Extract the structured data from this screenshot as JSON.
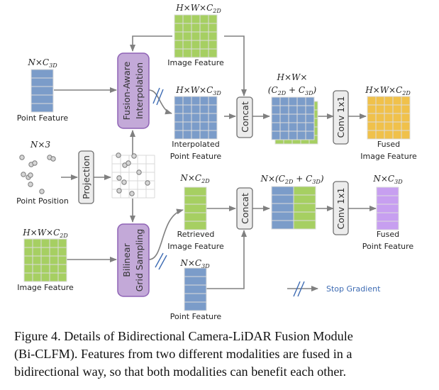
{
  "figure": {
    "colors": {
      "image_feature": "#a6cf62",
      "point_feature": "#7b9cc9",
      "fused_image": "#f0c14b",
      "fused_point": "#c79ff0",
      "module_box": "#c3a9d8",
      "module_border": "#8f63b5",
      "op_box": "#ececec",
      "arrow": "#808080",
      "stop_gradient": "#3d6bb3"
    },
    "top": {
      "image_feature": {
        "dim": "H×W×C",
        "sub": "2D",
        "label": "Image Feature"
      },
      "point_feature": {
        "dim": "N×C",
        "sub": "3D",
        "label": "Point Feature"
      },
      "fusion_module": {
        "line1": "Fusion-Aware",
        "line2": "Interpolation"
      },
      "interpolated": {
        "dim": "H×W×C",
        "sub": "3D",
        "label1": "Interpolated",
        "label2": "Point Feature"
      },
      "concat": "Concat",
      "concat_out": {
        "dim1": "H×W×",
        "dim2": "(C",
        "sub_a": "2D",
        "plus": " + C",
        "sub_b": "3D",
        "close": ")"
      },
      "conv": "Conv 1x1",
      "fused": {
        "dim": "H×W×C",
        "sub": "2D",
        "label1": "Fused",
        "label2": "Image Feature"
      }
    },
    "middle": {
      "point_position": {
        "dim": "N×3",
        "label": "Point Position"
      },
      "projection": "Projection"
    },
    "bottom": {
      "image_feature": {
        "dim": "H×W×C",
        "sub": "2D",
        "label": "Image Feature"
      },
      "sampling_module": {
        "line1": "Bilinear",
        "line2": "Grid Sampling"
      },
      "retrieved": {
        "dim": "N×C",
        "sub": "2D",
        "label1": "Retrieved",
        "label2": "Image Feature"
      },
      "point_feature": {
        "dim": "N×C",
        "sub": "3D",
        "label": "Point Feature"
      },
      "concat": "Concat",
      "concat_out": {
        "dim": "N×(C",
        "sub_a": "2D",
        "plus": " + C",
        "sub_b": "3D",
        "close": ")"
      },
      "conv": "Conv 1x1",
      "fused": {
        "dim": "N×C",
        "sub": "3D",
        "label1": "Fused",
        "label2": "Point Feature"
      }
    },
    "legend": {
      "label": "Stop Gradient"
    }
  },
  "caption": {
    "line1": "Figure 4. Details of Bidirectional Camera-LiDAR Fusion Module",
    "line2": "(Bi-CLFM). Features from two different modalities are fused in a",
    "line3": "bidirectional way, so that both modalities can benefit each other."
  }
}
